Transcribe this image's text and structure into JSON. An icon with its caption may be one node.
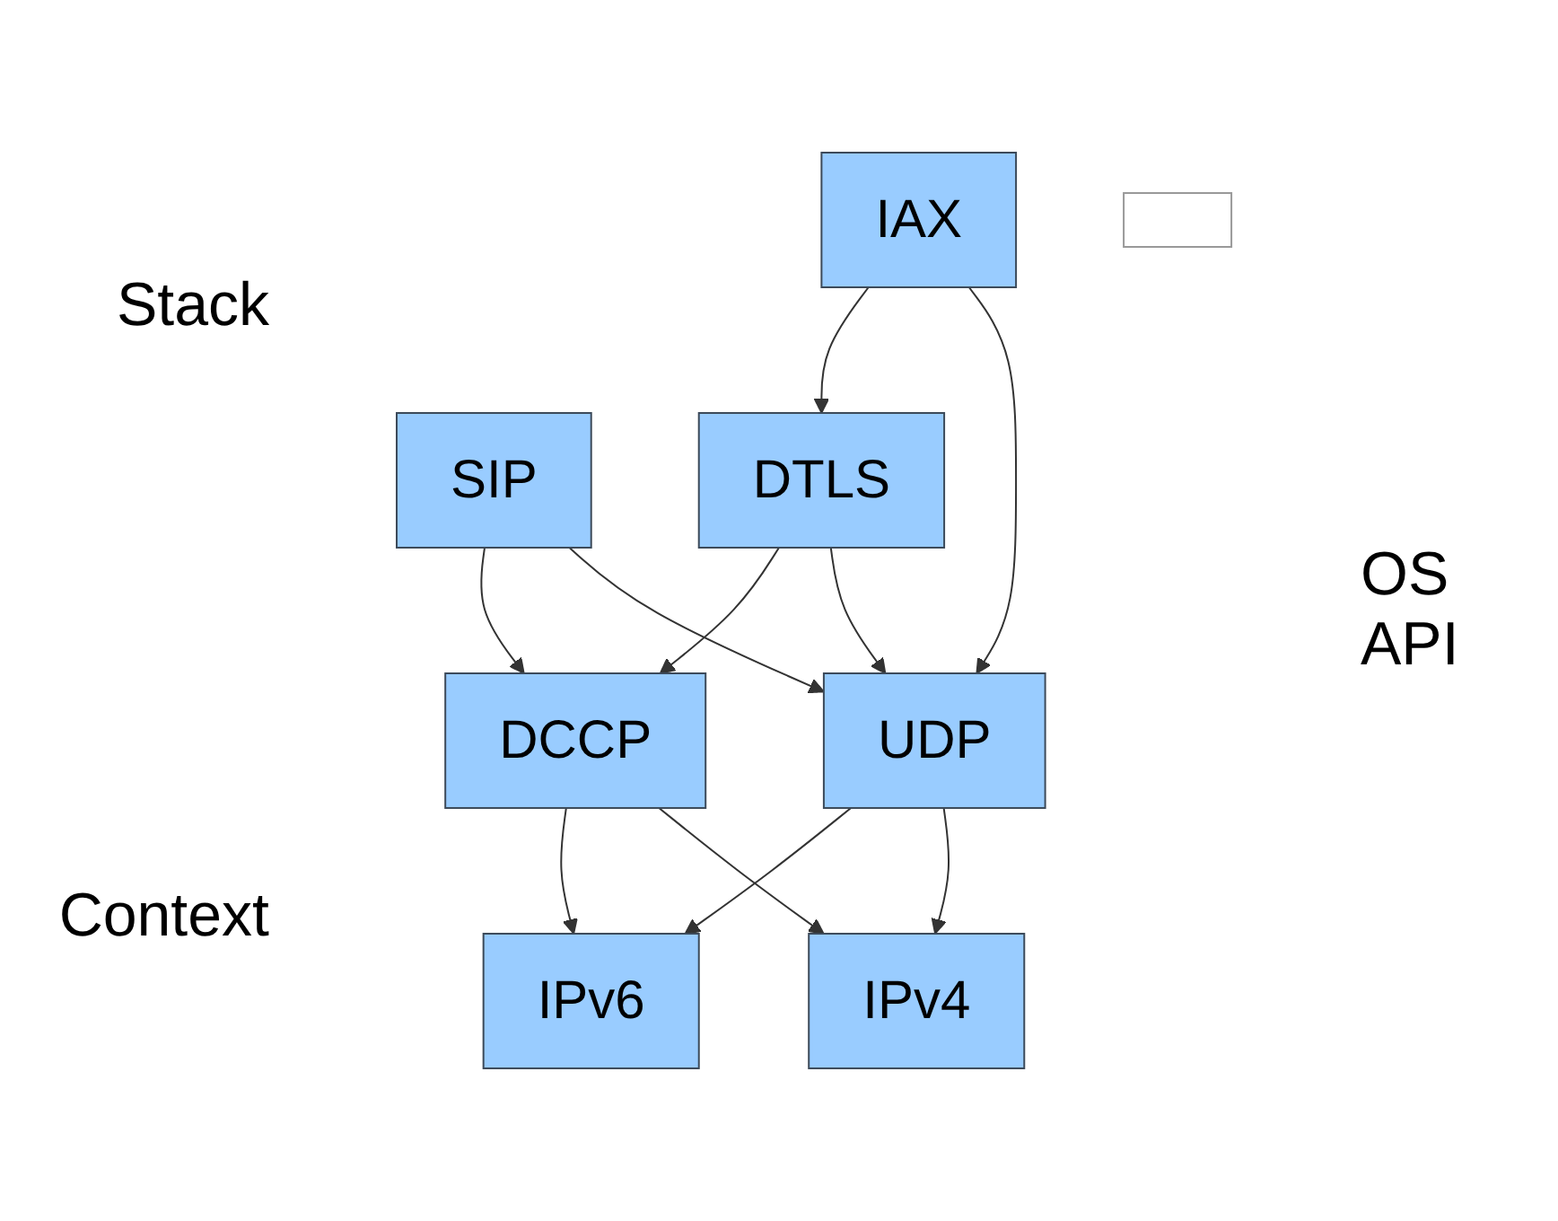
{
  "diagram": {
    "nodes": [
      {
        "text": [
          "SIP"
        ]
      },
      {
        "text": [
          "IAX"
        ]
      },
      {
        "text": [],
        "shape": "box"
      },
      {
        "text": [
          "DTLS"
        ]
      },
      {
        "text": [
          "UDP"
        ]
      },
      {
        "text": [
          "DCCP"
        ]
      },
      {
        "text": [
          "IPv4"
        ]
      },
      {
        "text": [
          "IPv6"
        ]
      }
    ],
    "edges": [
      {
        "from": 0,
        "to": 4,
        "arrow": "to"
      },
      {
        "from": 0,
        "to": 5,
        "arrow": "to"
      },
      {
        "from": 1,
        "to": 4,
        "arrow": "to"
      },
      {
        "from": 1,
        "to": 3,
        "arrow": "to"
      },
      {
        "from": 3,
        "to": 4,
        "arrow": "to"
      },
      {
        "from": 3,
        "to": 5,
        "arrow": "to"
      },
      {
        "from": 4,
        "to": 6,
        "arrow": "to"
      },
      {
        "from": 4,
        "to": 7,
        "arrow": "to"
      },
      {
        "from": 5,
        "to": 6,
        "arrow": "to"
      },
      {
        "from": 5,
        "to": 7,
        "arrow": "to"
      }
    ],
    "labels": [
      "Stack",
      "OS API",
      "Context"
    ]
  }
}
